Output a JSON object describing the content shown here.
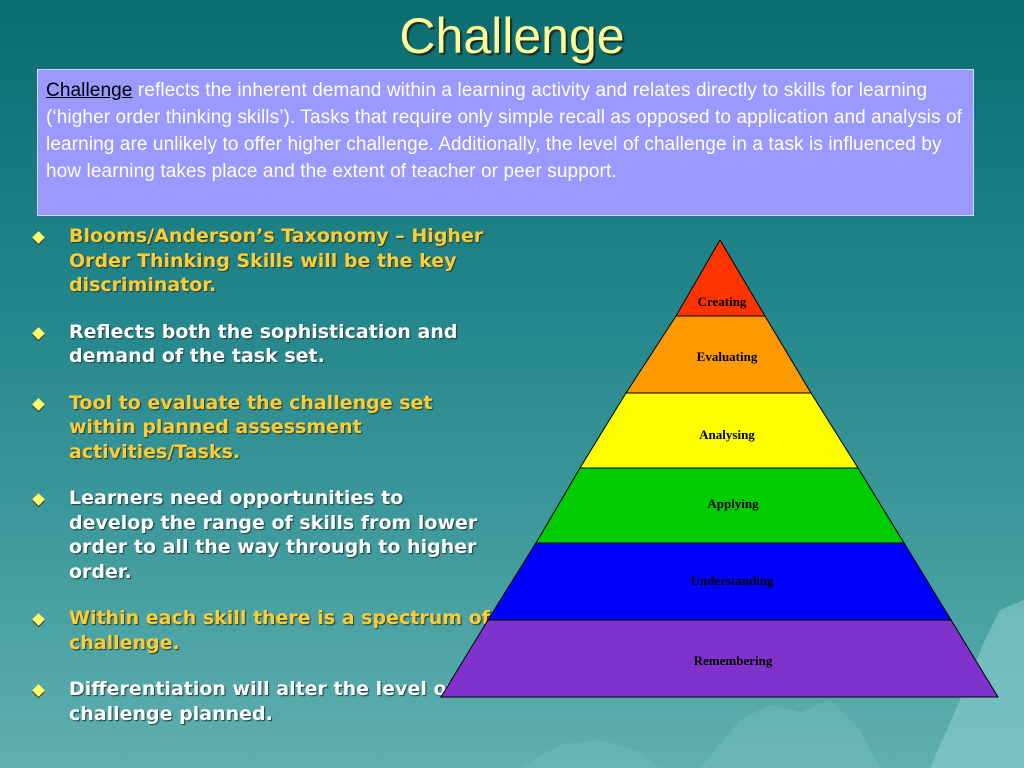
{
  "slide": {
    "title": "Challenge",
    "definition": {
      "lead": "Challenge",
      "body": " reflects the inherent demand within a learning activity and relates directly to skills for learning (‘higher order thinking skills’).  Tasks that require only simple recall as opposed to application and analysis of learning are unlikely to offer higher challenge.  Additionally, the level of challenge in a task is influenced by how learning takes place and the extent of teacher or peer support."
    },
    "bullets": [
      {
        "text": "Blooms/Anderson’s Taxonomy – Higher Order Thinking Skills will be the key discriminator.",
        "color": "#ffcc33"
      },
      {
        "text": "Reflects both the sophistication and demand of the task set.",
        "color": "#ffffff"
      },
      {
        "text": "Tool to evaluate the challenge set within planned assessment activities/Tasks.",
        "color": "#ffcc33"
      },
      {
        "text": "Learners need opportunities to develop the range of skills from lower order to all the way through to higher order.",
        "color": "#ffffff"
      },
      {
        "text": "Within each skill there is a spectrum of challenge.",
        "color": "#ffcc33"
      },
      {
        "text": "Differentiation will alter the level of challenge planned.",
        "color": "#ffffff"
      }
    ],
    "pyramid": {
      "levels": [
        {
          "label": "Creating",
          "color": "#ff3300"
        },
        {
          "label": "Evaluating",
          "color": "#ff9900"
        },
        {
          "label": "Analysing",
          "color": "#ffff00"
        },
        {
          "label": "Applying",
          "color": "#00cc00"
        },
        {
          "label": "Understanding",
          "color": "#0000ff"
        },
        {
          "label": "Remembering",
          "color": "#8033cc"
        }
      ]
    }
  }
}
